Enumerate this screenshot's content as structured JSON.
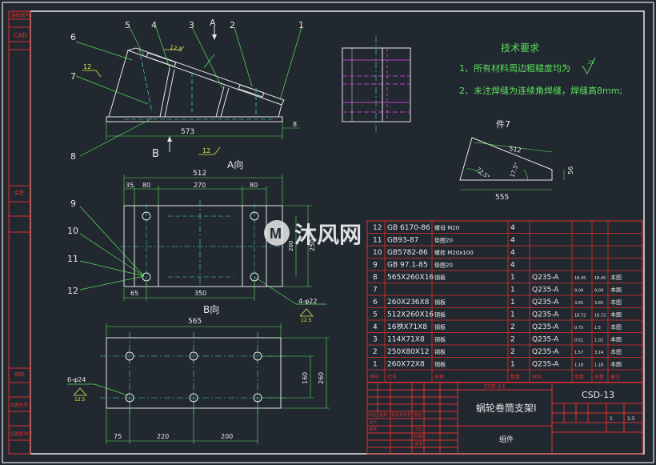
{
  "left_strip": {
    "items": [
      "装配图号",
      "CAD",
      "会签",
      "描图",
      "底图总号",
      "底图更改号"
    ]
  },
  "view_a": {
    "caption": "A向",
    "balloons": [
      "6",
      "5",
      "4",
      "3",
      "A",
      "2",
      "1",
      "7",
      "8"
    ],
    "dims": {
      "length": "573",
      "thk": "8",
      "angle": "12.5",
      "flag": "12"
    },
    "marks": {
      "b": "B",
      "flag2": "12"
    }
  },
  "view_b": {
    "caption": "B向",
    "top_dims": [
      "35",
      "80",
      "270",
      "80"
    ],
    "overall": "512",
    "right_dims": [
      "250",
      "200"
    ],
    "bottom_dims": [
      "65",
      "350"
    ],
    "balloons": [
      "9",
      "10",
      "11",
      "12"
    ],
    "hole_note": "4-φ22",
    "hole_flag": "12.5"
  },
  "base_plate": {
    "overall": "565",
    "bottom_dims": [
      "75",
      "220",
      "200"
    ],
    "right_dims": [
      "160",
      "260"
    ],
    "hole_note": "6-φ24",
    "hole_flag": "12.5"
  },
  "tech_req": {
    "title": "技术要求",
    "line1": "1、所有材料周边粗糙度均为",
    "line1_sym": "25",
    "line2": "2、未注焊缝为连续角焊缝，焊缝高8mm;"
  },
  "part7": {
    "title": "件7",
    "dims": {
      "top": "512",
      "bottom": "555",
      "right": "56",
      "angle1": "72.5°",
      "angle2": "17.5°"
    }
  },
  "bom": {
    "rows": [
      {
        "no": "12",
        "code": "GB 6170-86",
        "name": "螺母 M20",
        "qty": "4",
        "mat": "",
        "w1": "",
        "w2": "",
        "note": ""
      },
      {
        "no": "11",
        "code": "GB93-87",
        "name": "垫圈20",
        "qty": "4",
        "mat": "",
        "w1": "",
        "w2": "",
        "note": ""
      },
      {
        "no": "10",
        "code": "GB5782-86",
        "name": "螺栓 M20x100",
        "qty": "4",
        "mat": "",
        "w1": "",
        "w2": "",
        "note": ""
      },
      {
        "no": "9",
        "code": "GB 97.1-85",
        "name": "垫圈20",
        "qty": "4",
        "mat": "",
        "w1": "",
        "w2": "",
        "note": ""
      },
      {
        "no": "8",
        "code": "565X260X16",
        "name": "钢板",
        "qty": "1",
        "mat": "Q235-A",
        "w1": "18.45",
        "w2": "18.45",
        "note": "本图"
      },
      {
        "no": "7",
        "code": "",
        "name": "",
        "qty": "1",
        "mat": "Q235-A",
        "w1": "9.09",
        "w2": "9.09",
        "note": "本图"
      },
      {
        "no": "6",
        "code": "260X236X8",
        "name": "钢板",
        "qty": "1",
        "mat": "Q235-A",
        "w1": "3.85",
        "w2": "3.85",
        "note": "本图"
      },
      {
        "no": "5",
        "code": "512X260X16",
        "name": "钢板",
        "qty": "1",
        "mat": "Q235-A",
        "w1": "16.72",
        "w2": "16.72",
        "note": "本图"
      },
      {
        "no": "4",
        "code": "16抰X71X8",
        "name": "钢板",
        "qty": "2",
        "mat": "Q235-A",
        "w1": "0.75",
        "w2": "1.5",
        "note": "本图"
      },
      {
        "no": "3",
        "code": "114X71X8",
        "name": "钢板",
        "qty": "2",
        "mat": "Q235-A",
        "w1": "0.51",
        "w2": "1.02",
        "note": "本图"
      },
      {
        "no": "2",
        "code": "250X80X12",
        "name": "钢板",
        "qty": "2",
        "mat": "Q235-A",
        "w1": "1.57",
        "w2": "3.14",
        "note": "本图"
      },
      {
        "no": "1",
        "code": "260X72X8",
        "name": "钢板",
        "qty": "1",
        "mat": "Q235-A",
        "w1": "1.18",
        "w2": "1.18",
        "note": "本图"
      }
    ],
    "header": [
      "序号",
      "代号",
      "名称",
      "数量",
      "材料",
      "单重",
      "总重",
      "备注"
    ]
  },
  "title_block": {
    "title": "蜗轮卷筒支架I",
    "sub": "组件",
    "drawing_no": "CSD-13",
    "ghost": "CSD-13",
    "scale_a": "1",
    "scale_b": "1:5",
    "labels": [
      "标记",
      "处数",
      "更改文件号",
      "签名",
      "设计",
      "审核",
      "工艺",
      "标准化",
      "批准"
    ]
  },
  "watermark": {
    "text": "沐风网",
    "url_mark": "M"
  }
}
